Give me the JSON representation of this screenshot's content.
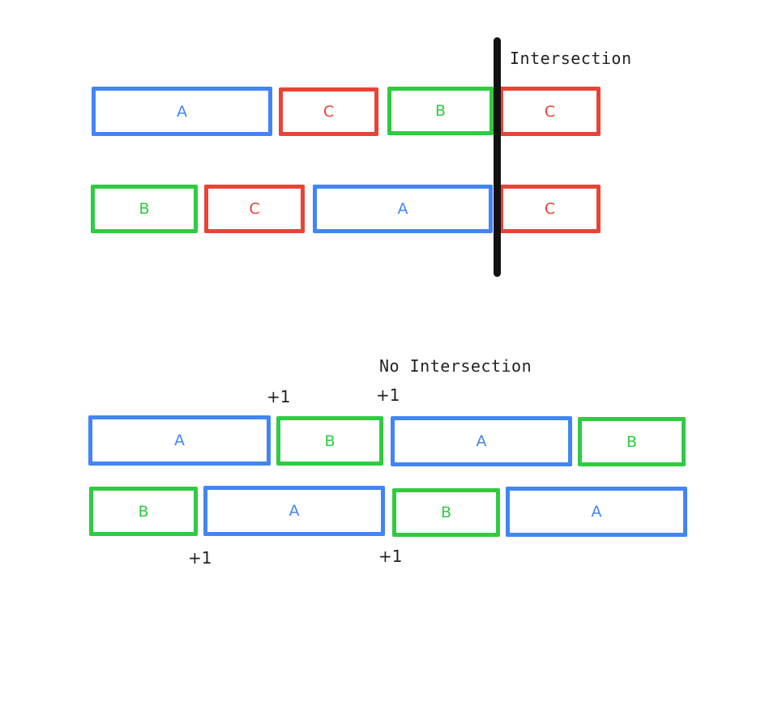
{
  "intersection": {
    "title": "Intersection",
    "row1": [
      "A",
      "C",
      "B",
      "C"
    ],
    "row2": [
      "B",
      "C",
      "A",
      "C"
    ]
  },
  "no_intersection": {
    "title": "No Intersection",
    "row1": [
      "A",
      "B",
      "A",
      "B"
    ],
    "row2": [
      "B",
      "A",
      "B",
      "A"
    ],
    "markers_top": [
      "+1",
      "+1"
    ],
    "markers_bottom": [
      "+1",
      "+1"
    ]
  },
  "colors": {
    "A": "#4285f4",
    "B": "#2ecc40",
    "C": "#ea4335",
    "divider": "#111111"
  }
}
